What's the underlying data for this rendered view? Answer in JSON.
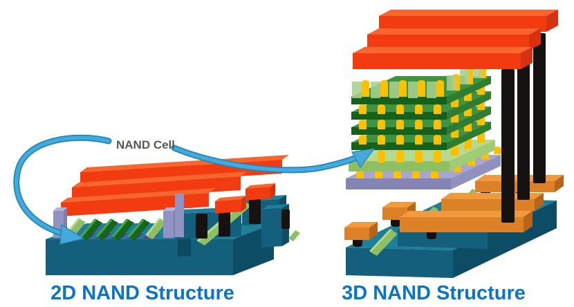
{
  "annotation": {
    "label": "NAND Cell"
  },
  "labels": {
    "left": "2D NAND Structure",
    "right": "3D NAND Structure"
  },
  "left_structure": {
    "label": "2D NAND Structure",
    "red_bars": 3,
    "red_caps": 2,
    "black_pillars": 4,
    "green_cell_stripes": 4,
    "light_green_bars": 4,
    "lavender_pillars": 4,
    "purple_pads": 4
  },
  "right_structure": {
    "label": "3D NAND Structure",
    "red_bars": 3,
    "dark_green_layers": 4,
    "light_green_layers": 1,
    "lavender_layers": 1,
    "black_columns": 3,
    "orange_bars": 3,
    "orange_pads": 2,
    "yellow_pillar_columns": 5
  },
  "palette": {
    "background": "#FFFFFF",
    "red_front": "#F23B10",
    "red_top": "#F6662E",
    "red_end": "#D63110",
    "green_dark_front": "#14611B",
    "green_dark_top": "#3E9441",
    "green_dark_side": "#2E7D31",
    "green_cell_front": "#15651A",
    "green_cell_top": "#49A14D",
    "green_light_front": "#8FBF63",
    "green_light_top": "#B6DB90",
    "green_light_side": "#9FCC74",
    "tab_green": "#A9D08E",
    "lavender_front": "#8585B5",
    "lavender_top": "#A6A6CE",
    "lavender_side": "#9191C0",
    "pillar_lavender_front": "#9193C2",
    "pillar_lavender_side": "#7C7EB0",
    "pillar_lavender_top": "#B3B4D8",
    "purple_pad": "#6C2D9C",
    "purple_pad_top": "#8B48BE",
    "teal_top": "#1E7F9B",
    "teal_front": "#14607C",
    "teal_side": "#0C4C64",
    "teal_notch": "#0D4A5F",
    "orange_front": "#DD8128",
    "orange_top": "#EE9A3D",
    "orange_side": "#B8641C",
    "yellow": "#FFC000",
    "black_part": "#161212",
    "arrow_fill": "#45A9DC",
    "arrow_edge": "#1F85B8",
    "text_gray": "#54585C",
    "text_blue": "#0B74C8"
  }
}
